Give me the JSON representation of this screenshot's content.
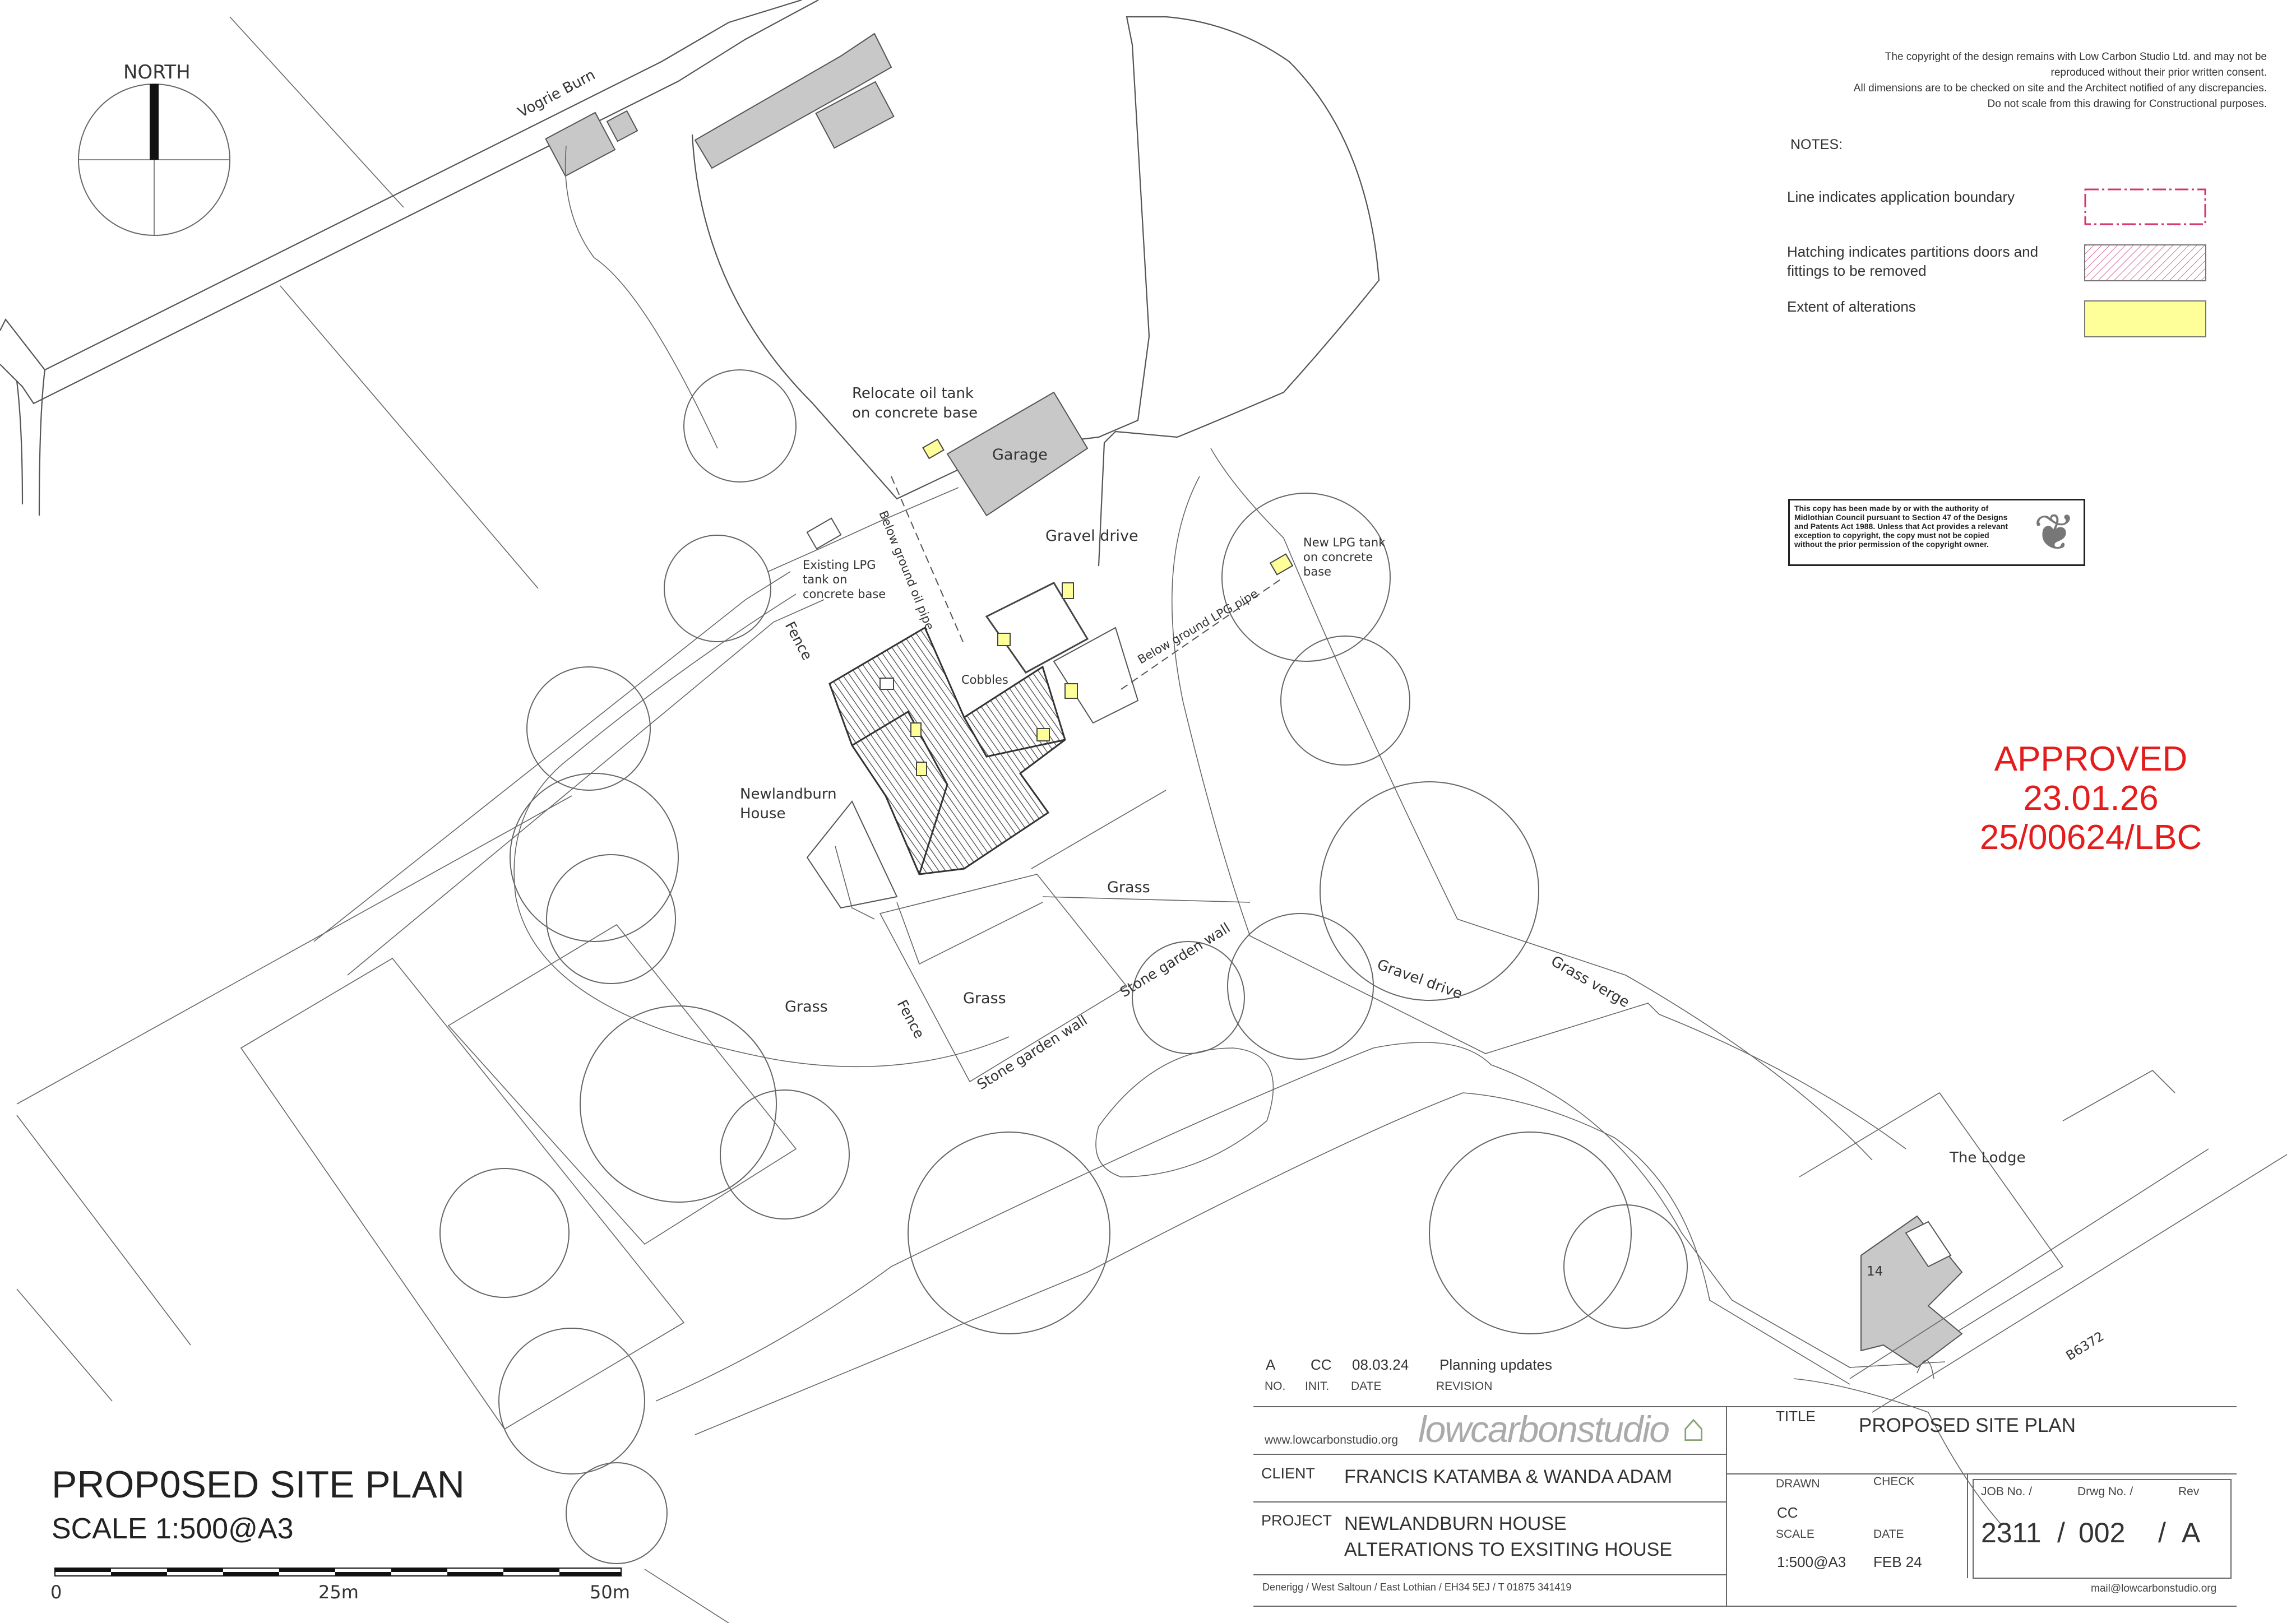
{
  "north": {
    "label": "NORTH"
  },
  "copyright": [
    "The copyright of the design remains with Low Carbon Studio Ltd. and may not be",
    "reproduced without their prior written consent.",
    "All dimensions are to be checked on site and the Architect notified of any discrepancies.",
    "Do not scale from this drawing for Constructional purposes."
  ],
  "notes": {
    "heading": "NOTES:",
    "items": [
      {
        "text": "Line indicates application boundary",
        "key": "dash-dot-line",
        "color": "#d6336c"
      },
      {
        "text": "Hatching indicates partitions doors and fittings to be removed",
        "key": "hatch",
        "color": "#d86c9c"
      },
      {
        "text": "Extent of alterations",
        "key": "fill",
        "color": "#ffff99"
      }
    ]
  },
  "copyright_box": {
    "text": "This copy has been made by or with the authority of Midlothian Council pursuant to Section 47 of the Designs and Patents Act 1988. Unless that Act provides a relevant exception to copyright, the copy must not be copied without the prior permission of the copyright owner."
  },
  "approval": {
    "line1": "APPROVED",
    "line2": "23.01.26",
    "line3": "25/00624/LBC",
    "color": "#e41c1c"
  },
  "plan_labels": {
    "vogrie": "Vogrie Burn",
    "relocate1": "Relocate oil tank",
    "relocate2": "on concrete base",
    "garage": "Garage",
    "gravel1": "Gravel drive",
    "gravel2": "Gravel drive",
    "lpg_new1": "New LPG tank",
    "lpg_new2": "on concrete",
    "lpg_new3": "base",
    "lpg_ex1": "Existing LPG",
    "lpg_ex2": "tank on",
    "lpg_ex3": "concrete base",
    "oil_pipe": "Below ground oil pipe",
    "lpg_pipe": "Below ground LPG pipe",
    "cobbles": "Cobbles",
    "fence1": "Fence",
    "fence2": "Fence",
    "house1": "Newlandburn",
    "house2": "House",
    "grass1": "Grass",
    "grass2": "Grass",
    "grass3": "Grass",
    "wall1": "Stone garden wall",
    "wall2": "Stone garden wall",
    "verge": "Grass verge",
    "lodge": "The Lodge",
    "num14": "14",
    "road": "B6372"
  },
  "revision": {
    "rev": "A",
    "init": "CC",
    "date": "08.03.24",
    "desc": "Planning updates",
    "h_no": "NO.",
    "h_init": "INIT.",
    "h_date": "DATE",
    "h_rev": "REVISION"
  },
  "title_block": {
    "website": "www.lowcarbonstudio.org",
    "logo": "lowcarbonstudio",
    "client_label": "CLIENT",
    "client": "FRANCIS KATAMBA & WANDA ADAM",
    "project_label": "PROJECT",
    "project1": "NEWLANDBURN HOUSE",
    "project2": "ALTERATIONS TO EXSITING HOUSE",
    "address": "Denerigg / West Saltoun  / East Lothian / EH34 5EJ / T 01875 341419",
    "title_label": "TITLE",
    "title": "PROPOSED SITE PLAN",
    "drawn_label": "DRAWN",
    "drawn": "CC",
    "check_label": "CHECK",
    "scale_label": "SCALE",
    "scale": "1:500@A3",
    "date_label": "DATE",
    "date": "FEB 24",
    "job_label": "JOB No. /",
    "drwg_label": "Drwg No. /",
    "rev_label": "Rev",
    "job": "2311",
    "sep1": "/",
    "drwg": "002",
    "sep2": "/",
    "rev": "A",
    "email": "mail@lowcarbonstudio.org"
  },
  "drawing_title": {
    "title": "PROP0SED SITE PLAN",
    "scale": "SCALE 1:500@A3"
  },
  "scale_bar": {
    "t0": "0",
    "t1": "25m",
    "t2": "50m"
  }
}
